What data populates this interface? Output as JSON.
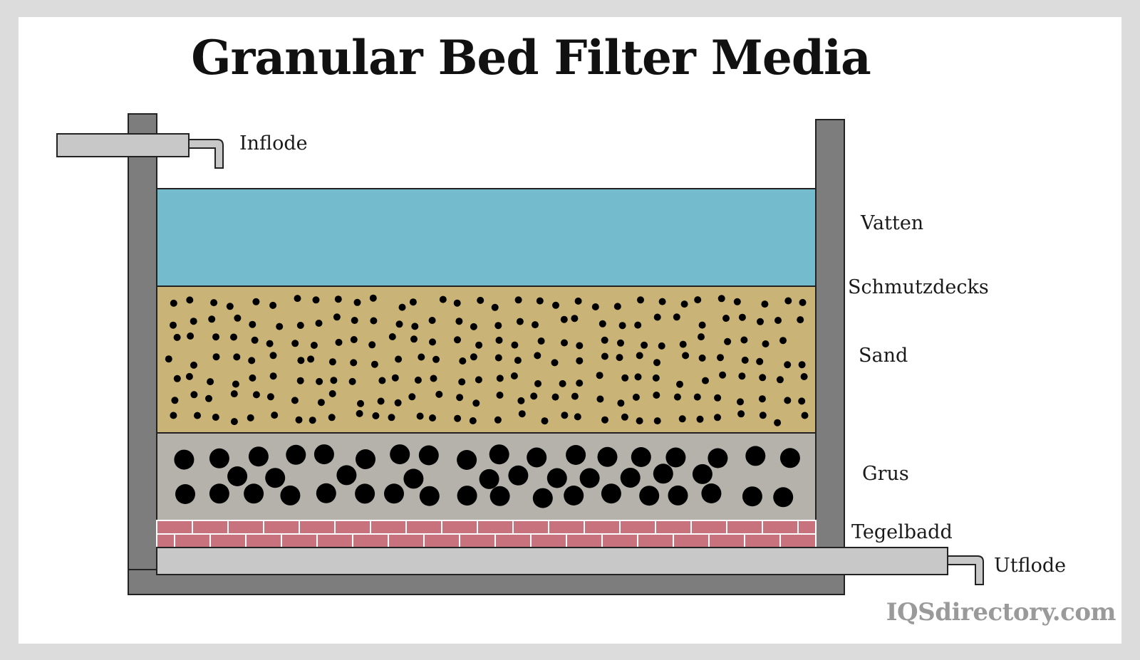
{
  "title": "Granular Bed Filter Media",
  "labels": {
    "inflow": "Inflode",
    "water": "Vatten",
    "schmutzdecke": "Schmutzdecks",
    "sand": "Sand",
    "gravel": "Grus",
    "tile_bed": "Tegelbadd",
    "outflow": "Utflode"
  },
  "watermark": "IQSdirectory.com",
  "colors": {
    "background": "#dcdcdc",
    "panel": "#ffffff",
    "tank_wall": "#7d7d7d",
    "pipe": "#c8c8c8",
    "water": "#74bccd",
    "sand": "#c9b376",
    "gravel": "#b5b2ab",
    "brick": "#c8727e",
    "grain": "#000000"
  }
}
